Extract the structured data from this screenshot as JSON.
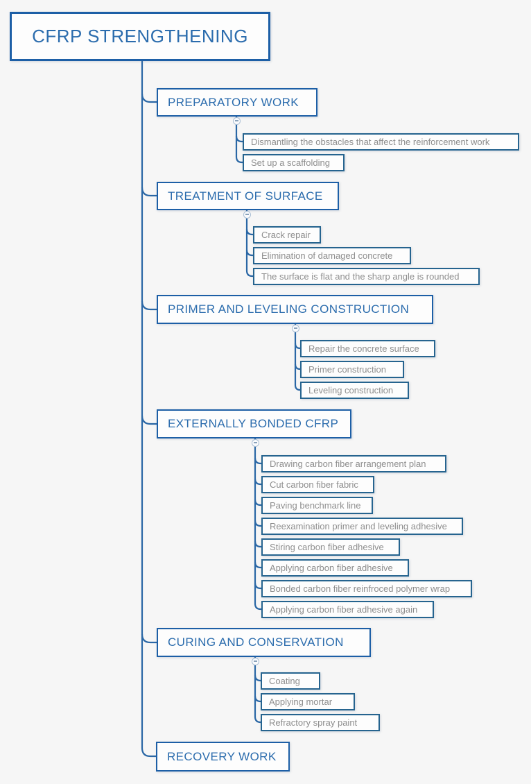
{
  "diagram": {
    "root_topic": "CFRP STRENGTHENING",
    "topics": [
      {
        "label": "PREPARATORY WORK",
        "collapse_icon": "minus",
        "children": [
          "Dismantling the obstacles that affect the reinforcement work",
          "Set up a scaffolding"
        ]
      },
      {
        "label": "TREATMENT OF SURFACE",
        "collapse_icon": "minus",
        "children": [
          "Crack repair",
          "Elimination of damaged concrete",
          "The surface is flat and the sharp angle is rounded"
        ]
      },
      {
        "label": "PRIMER AND LEVELING CONSTRUCTION",
        "collapse_icon": "minus",
        "children": [
          "Repair the concrete surface",
          "Primer construction",
          "Leveling construction"
        ]
      },
      {
        "label": "EXTERNALLY BONDED CFRP",
        "collapse_icon": "minus",
        "children": [
          "Drawing carbon fiber arrangement plan",
          "Cut carbon fiber fabric",
          "Paving benchmark line",
          "Reexamination primer and leveling adhesive",
          "Stiring carbon fiber adhesive",
          "Applying carbon fiber adhesive",
          "Bonded carbon fiber reinfroced polymer wrap",
          "Applying carbon fiber adhesive again"
        ]
      },
      {
        "label": "CURING AND CONSERVATION",
        "collapse_icon": "minus",
        "children": [
          "Coating",
          "Applying mortar",
          "Refractory spray paint"
        ]
      },
      {
        "label": "RECOVERY WORK",
        "children": []
      }
    ]
  },
  "colors": {
    "main_border": "#1d5fa6",
    "main_text": "#2b6cad",
    "child_border": "#26648f",
    "child_text": "#8e8e8e",
    "line": "#2a67a5",
    "canvas_background": "#f6f6f6",
    "node_background": "#fdfdfd",
    "collapse_border": "#a9bed4",
    "collapse_fill": "#fafbfd",
    "collapse_glyph": "#8ba3bb"
  }
}
